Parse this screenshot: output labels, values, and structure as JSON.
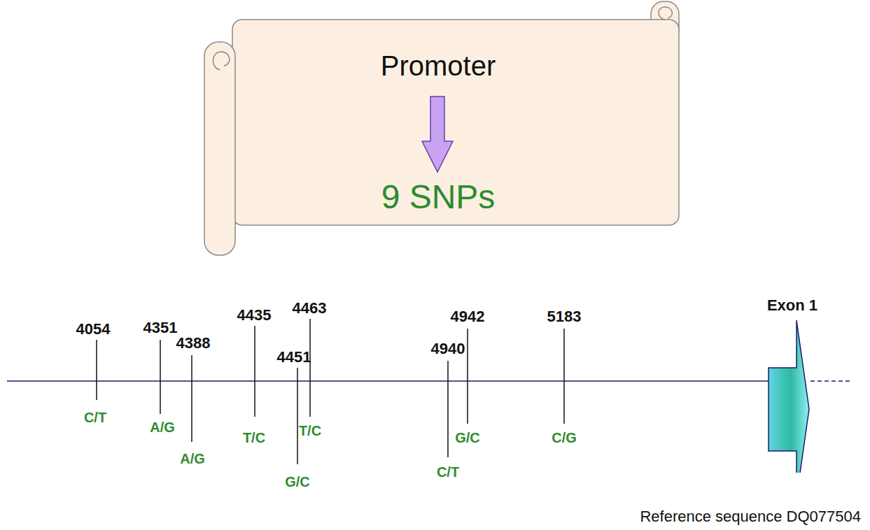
{
  "diagram": {
    "nodes": [
      {
        "text": [
          "Promoter",
          "9 SNPs"
        ]
      },
      {
        "text": [
          "Exon 1"
        ]
      }
    ],
    "labels": [
      "4054",
      "C/T",
      "4351",
      "A/G",
      "4388",
      "A/G",
      "4435",
      "T/C",
      "4451",
      "G/C",
      "4463",
      "T/C",
      "4940",
      "C/T",
      "4942",
      "G/C",
      "5183",
      "C/G",
      "Reference sequence DQ077504"
    ]
  }
}
